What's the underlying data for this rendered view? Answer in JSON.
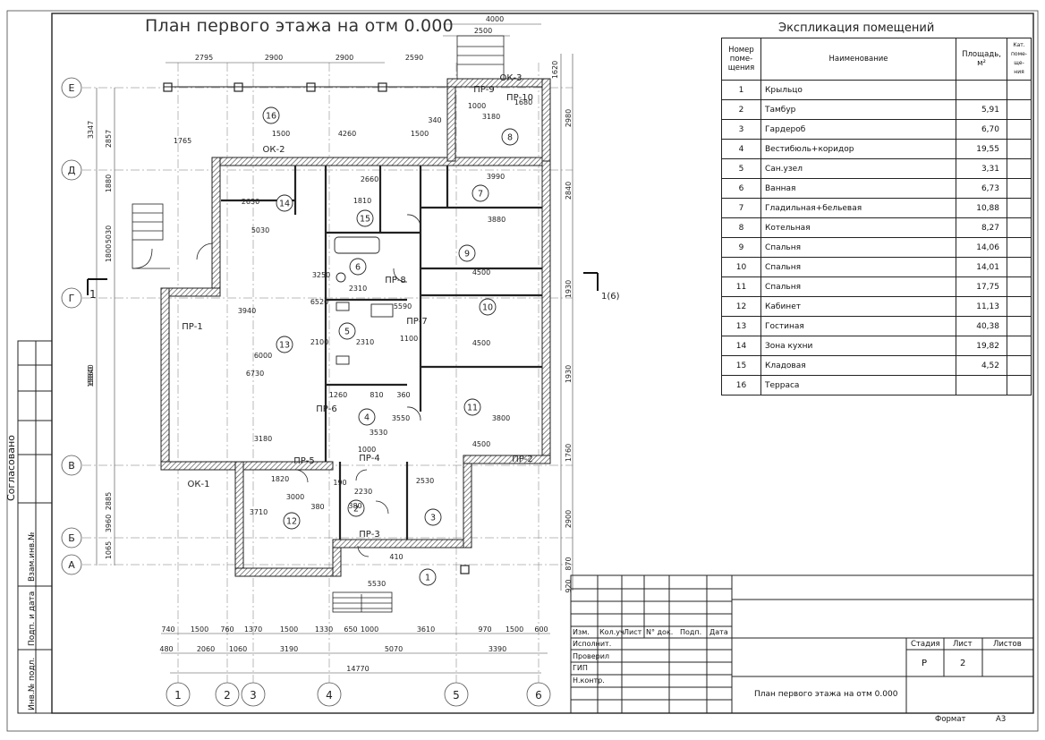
{
  "drawing": {
    "title": "План первого этажа на отм 0.000",
    "section_marker_left": "1",
    "section_marker_right": "1(6)",
    "axes_horizontal": [
      "Е",
      "Д",
      "Г",
      "В",
      "Б",
      "А"
    ],
    "axes_vertical": [
      "1",
      "2",
      "3",
      "4",
      "5",
      "6"
    ],
    "dims_top": [
      "2795",
      "2900",
      "2900",
      "2590",
      "4000",
      "2500"
    ],
    "dims_bottom_1": [
      "740",
      "1500",
      "760",
      "1370",
      "1500",
      "1330",
      "650",
      "1000",
      "3610",
      "970",
      "1500",
      "600"
    ],
    "dims_bottom_2": [
      "480",
      "2060",
      "1060",
      "3190",
      "5070",
      "3390"
    ],
    "dims_bottom_total": "14770",
    "dims_left": [
      "3347",
      "2857",
      "1880",
      "5030",
      "1800",
      "15840",
      "6860",
      "2885",
      "3960",
      "1065"
    ],
    "dims_right": [
      "1620",
      "2980",
      "2840",
      "1930",
      "1930",
      "1760",
      "2900",
      "870",
      "920"
    ],
    "openings": [
      "ОК-1",
      "ОК-2",
      "ОК-3",
      "ПР-1",
      "ПР-2",
      "ПР-3",
      "ПР-4",
      "ПР-5",
      "ПР-6",
      "ПР-7",
      "ПР-8",
      "ПР-9",
      "ПР-10"
    ],
    "room_numbers": [
      "1",
      "2",
      "3",
      "4",
      "5",
      "6",
      "7",
      "8",
      "9",
      "10",
      "11",
      "12",
      "13",
      "14",
      "15",
      "16"
    ],
    "interior_dims": [
      "3940",
      "6000",
      "6730",
      "6520",
      "5030",
      "3250",
      "2100",
      "2310",
      "2310",
      "1100",
      "5590",
      "4500",
      "4500",
      "4500",
      "3880",
      "3990",
      "3180",
      "3000",
      "2230",
      "2530",
      "3530",
      "3550",
      "3800",
      "5530",
      "1820",
      "1500",
      "4260",
      "1765",
      "1500",
      "2660",
      "1810",
      "2630",
      "1260",
      "810",
      "360",
      "1000",
      "380",
      "410",
      "380",
      "1680",
      "1000",
      "3180",
      "340",
      "190",
      "3710"
    ]
  },
  "explication": {
    "title": "Экспликация помещений",
    "col_num": "Номер поме- щения",
    "col_name": "Наименование",
    "col_area": "Площадь, м²",
    "col_extra": "Кат. поме- ще- ния",
    "rows": [
      {
        "num": "1",
        "name": "Крыльцо",
        "area": ""
      },
      {
        "num": "2",
        "name": "Тамбур",
        "area": "5,91"
      },
      {
        "num": "3",
        "name": "Гардероб",
        "area": "6,70"
      },
      {
        "num": "4",
        "name": "Вестибюль+коридор",
        "area": "19,55"
      },
      {
        "num": "5",
        "name": "Сан.узел",
        "area": "3,31"
      },
      {
        "num": "6",
        "name": "Ванная",
        "area": "6,73"
      },
      {
        "num": "7",
        "name": "Гладильная+бельевая",
        "area": "10,88"
      },
      {
        "num": "8",
        "name": "Котельная",
        "area": "8,27"
      },
      {
        "num": "9",
        "name": "Спальня",
        "area": "14,06"
      },
      {
        "num": "10",
        "name": "Спальня",
        "area": "14,01"
      },
      {
        "num": "11",
        "name": "Спальня",
        "area": "17,75"
      },
      {
        "num": "12",
        "name": "Кабинет",
        "area": "11,13"
      },
      {
        "num": "13",
        "name": "Гостиная",
        "area": "40,38"
      },
      {
        "num": "14",
        "name": "Зона кухни",
        "area": "19,82"
      },
      {
        "num": "15",
        "name": "Кладовая",
        "area": "4,52"
      },
      {
        "num": "16",
        "name": "Терраса",
        "area": ""
      }
    ]
  },
  "titleblock": {
    "headers": [
      "Изм.",
      "Кол.уч",
      "Лист",
      "N° док.",
      "Подп.",
      "Дата"
    ],
    "roles": [
      "Исполнит.",
      "Проверил",
      "ГИП",
      "Н.контр."
    ],
    "stage_label": "Стадия",
    "sheet_label": "Лист",
    "sheets_label": "Листов",
    "stage_value": "Р",
    "sheet_value": "2",
    "sheet_name": "План первого этажа на отм 0.000",
    "format_label": "Формат",
    "format_value": "А3"
  },
  "side_stamp": {
    "agreed": "Согласовано",
    "inv_replace": "Взам.инв.№",
    "sign_date": "Подп. и дата",
    "inv_orig": "Инв.№ подл."
  }
}
